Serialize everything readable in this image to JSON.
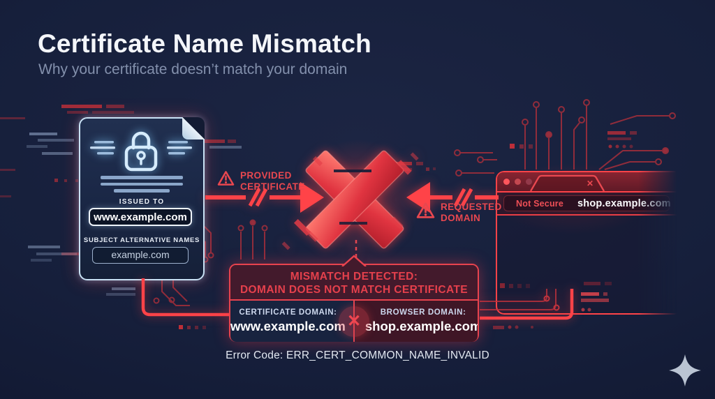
{
  "header": {
    "title": "Certificate Name Mismatch",
    "subtitle": "Why your certificate doesn’t match your domain"
  },
  "certificate": {
    "issued_to_label": "ISSUED TO",
    "issued_to_value": "www.example.com",
    "san_label": "SUBJECT ALTERNATIVE NAMES",
    "san_value": "example.com"
  },
  "flow": {
    "provided_line1": "PROVIDED",
    "provided_line2": "CERTIFICATE",
    "requested_line1": "REQUESTED",
    "requested_line2": "DOMAIN"
  },
  "browser": {
    "tab_close": "✕",
    "not_secure_label": "Not Secure",
    "url": "shop.example.com"
  },
  "mismatch": {
    "header_line1": "MISMATCH DETECTED:",
    "header_line2": "DOMAIN DOES NOT MATCH CERTIFICATE",
    "certificate_domain_label": "CERTIFICATE DOMAIN:",
    "certificate_domain_value": "www.example.com",
    "browser_domain_label": "BROWSER DOMAIN:",
    "browser_domain_value": "shop.example.com",
    "x_badge": "✕"
  },
  "footer": {
    "error_code": "Error Code: ERR_CERT_COMMON_NAME_INVALID"
  },
  "icons": {
    "lock": "padlock-icon",
    "warning": "warning-triangle-icon",
    "mismatch_x": "glitch-x-icon",
    "sparkle": "four-point-star-icon",
    "close": "✕"
  },
  "colors": {
    "background": "#151d37",
    "accent_red": "#ff4348",
    "red_text": "#e8474f",
    "certificate_blue": "#c9e2f5",
    "maroon_panel": "#431a2c",
    "navy_panel": "#18233f",
    "white": "#f4f6fa",
    "subtitle_gray": "#8390ac",
    "sparkle_gray": "#bac4d3"
  }
}
